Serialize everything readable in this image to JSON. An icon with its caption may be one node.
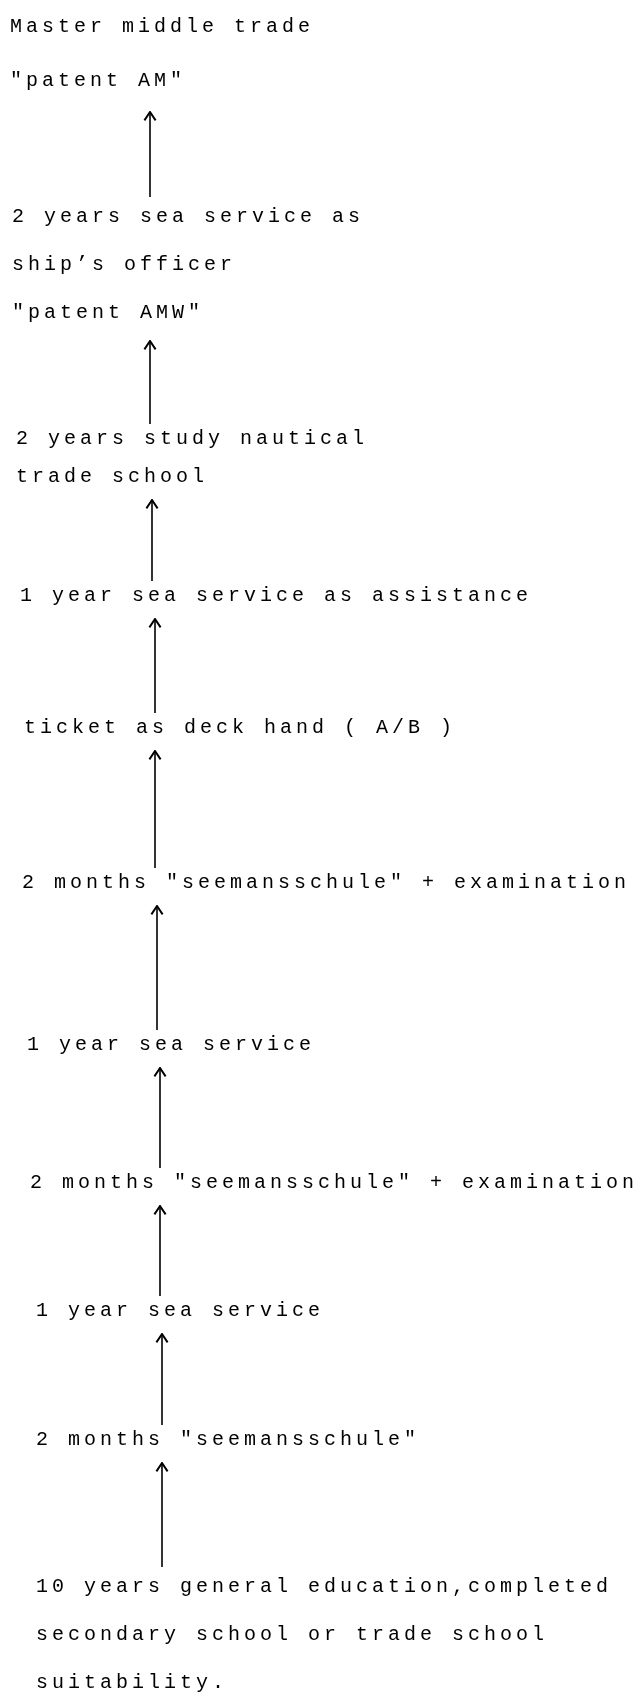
{
  "diagram": {
    "nodes": [
      {
        "text": [
          "Master middle trade",
          "\"patent AM\""
        ]
      },
      {
        "text": [
          "2 years sea service as ship’s officer",
          "\"patent AMW\""
        ]
      },
      {
        "text": [
          "2 years study nautical trade school"
        ]
      },
      {
        "text": [
          "1 year sea service as assistance"
        ]
      },
      {
        "text": [
          "ticket as deck hand ( A/B )"
        ]
      },
      {
        "text": [
          "2 months \"seemansschule\" + examination"
        ]
      },
      {
        "text": [
          "1 year sea service"
        ]
      },
      {
        "text": [
          "2 months \"seemansschule\" + examination"
        ]
      },
      {
        "text": [
          "1 year sea service"
        ]
      },
      {
        "text": [
          "2 months \"seemansschule\""
        ]
      },
      {
        "text": [
          "10 years general education,completed secondary school or trade school suitability."
        ]
      }
    ],
    "edges": [
      {
        "from": 1,
        "to": 0,
        "arrow": "to"
      },
      {
        "from": 2,
        "to": 1,
        "arrow": "to"
      },
      {
        "from": 3,
        "to": 2,
        "arrow": "to"
      },
      {
        "from": 4,
        "to": 3,
        "arrow": "to"
      },
      {
        "from": 5,
        "to": 4,
        "arrow": "to"
      },
      {
        "from": 6,
        "to": 5,
        "arrow": "to"
      },
      {
        "from": 7,
        "to": 6,
        "arrow": "to"
      },
      {
        "from": 8,
        "to": 7,
        "arrow": "to"
      },
      {
        "from": 9,
        "to": 8,
        "arrow": "to"
      },
      {
        "from": 10,
        "to": 9,
        "arrow": "to"
      }
    ]
  }
}
